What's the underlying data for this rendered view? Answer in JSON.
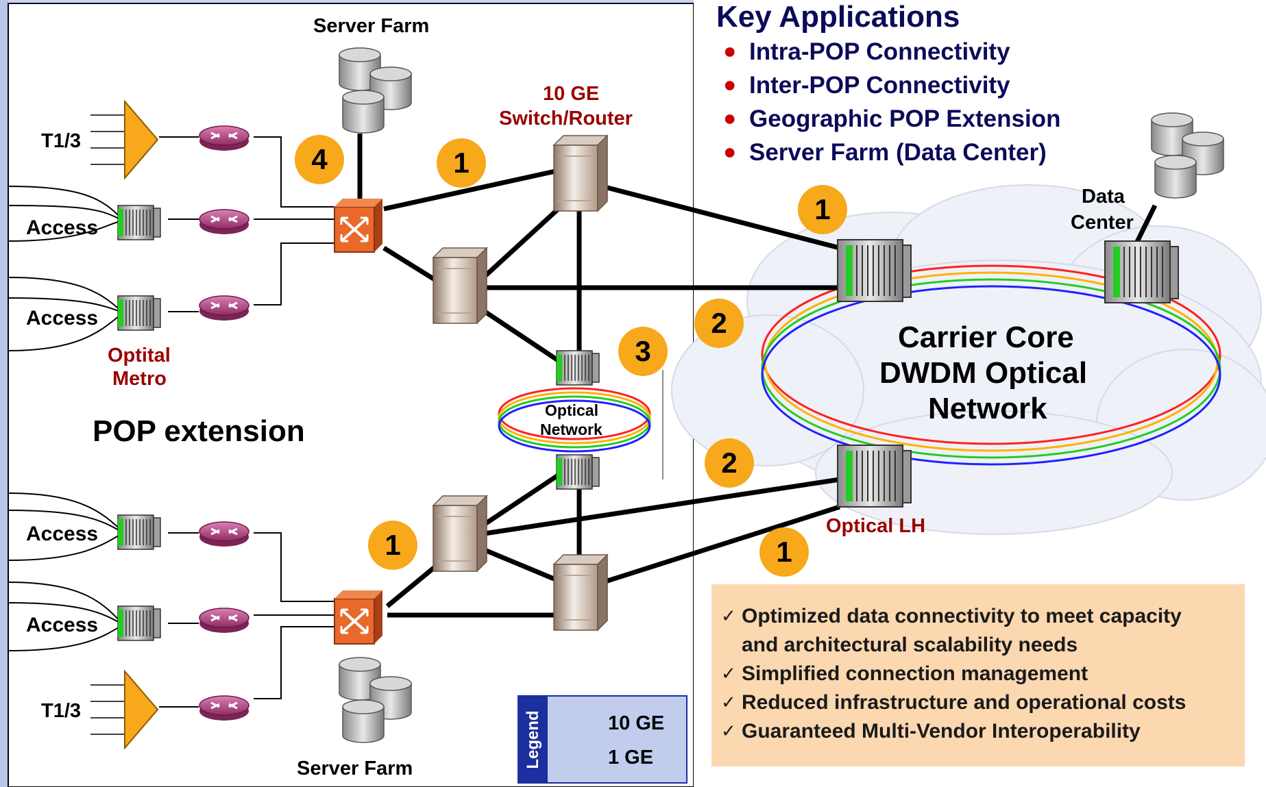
{
  "labels": {
    "server_farm_top": "Server Farm",
    "server_farm_bottom": "Server Farm",
    "switch_router": [
      "10 GE",
      "Switch/Router"
    ],
    "t1_top": "T1/3",
    "t1_bottom": "T1/3",
    "access": [
      "Access",
      "Access",
      "Access",
      "Access"
    ],
    "optical_metro": [
      "Optital",
      "Metro"
    ],
    "pop_extension": "POP extension",
    "optical_network": [
      "Optical",
      "Network"
    ],
    "data_center": [
      "Data",
      "Center"
    ],
    "carrier_core": [
      "Carrier Core",
      "DWDM Optical",
      "Network"
    ],
    "optical_lh": "Optical LH"
  },
  "badges": [
    "4",
    "1",
    "1",
    "2",
    "3",
    "2",
    "1",
    "1"
  ],
  "key_applications": {
    "title": "Key Applications",
    "items": [
      "Intra-POP Connectivity",
      "Inter-POP Connectivity",
      "Geographic POP Extension",
      "Server Farm (Data Center)"
    ]
  },
  "benefits": [
    "Optimized data connectivity to meet capacity",
    "and architectural scalability needs",
    "Simplified connection management",
    "Reduced infrastructure and operational costs",
    "Guaranteed Multi-Vendor Interoperability"
  ],
  "legend": {
    "tag": "Legend",
    "entries": [
      "10 GE",
      "1 GE"
    ]
  },
  "colors": {
    "badge": "#f7a81b",
    "switch": "#e8692a",
    "router": "#c04d8a",
    "title_blue": "#0b0b5a",
    "label_red": "#990000",
    "legend_blue": "#1c2f9e",
    "benefits_bg": "#fbd8b0"
  }
}
